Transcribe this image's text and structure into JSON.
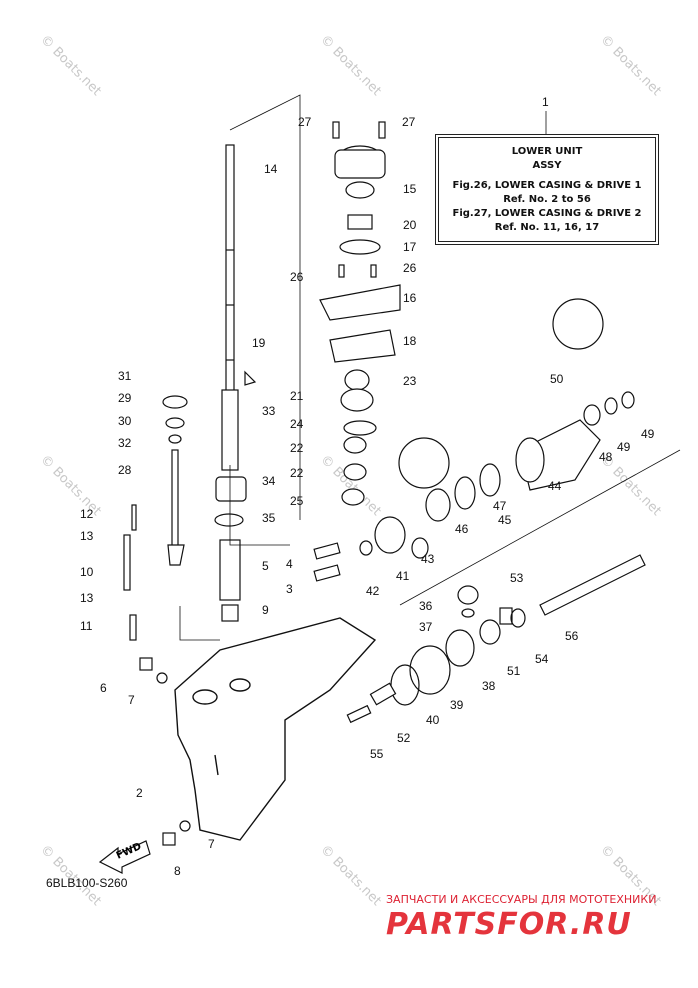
{
  "legend": {
    "ref": "1",
    "title": "LOWER UNIT",
    "subtitle": "ASSY",
    "lines": [
      "Fig.26, LOWER CASING & DRIVE 1",
      "Ref. No. 2 to 56",
      "Fig.27, LOWER CASING & DRIVE 2",
      "Ref. No. 11, 16, 17"
    ]
  },
  "figure_code": "6BLB100-S260",
  "fwd_label": "FWD",
  "watermark": "© Boats.net",
  "brand": {
    "tagline": "ЗАПЧАСТИ И АКСЕССУАРЫ ДЛЯ МОТОТЕХНИКИ",
    "logo": "PARTSFOR.RU"
  },
  "callouts": [
    "27",
    "27",
    "14",
    "15",
    "20",
    "17",
    "26",
    "26",
    "16",
    "18",
    "19",
    "31",
    "29",
    "30",
    "32",
    "33",
    "23",
    "21",
    "24",
    "22",
    "22",
    "25",
    "34",
    "35",
    "28",
    "12",
    "13",
    "10",
    "13",
    "11",
    "5",
    "9",
    "4",
    "3",
    "6",
    "7",
    "2",
    "7",
    "8",
    "50",
    "49",
    "48",
    "49",
    "44",
    "47",
    "46",
    "45",
    "43",
    "41",
    "42",
    "53",
    "36",
    "37",
    "56",
    "51",
    "54",
    "38",
    "39",
    "40",
    "52",
    "55"
  ]
}
